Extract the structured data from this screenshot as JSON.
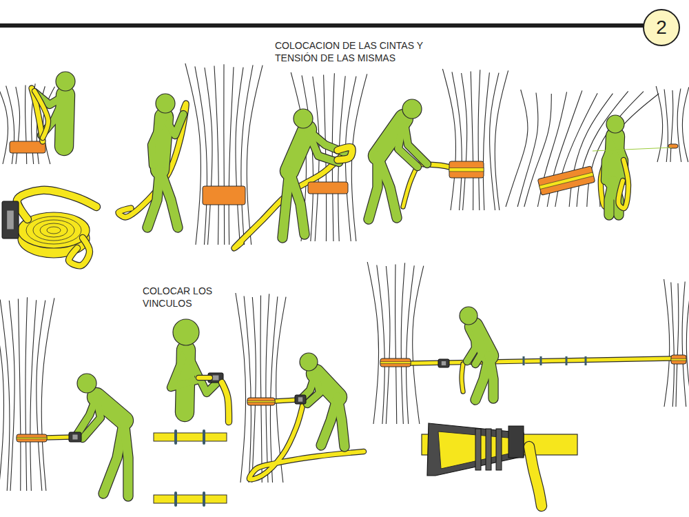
{
  "diagram": {
    "nodes": [
      {
        "text": [
          "2"
        ]
      }
    ],
    "labels": [
      "COLOCACION DE LAS CINTAS Y TENSIÓN DE LAS MISMAS",
      "COLOCAR LOS VINCULOS"
    ]
  }
}
